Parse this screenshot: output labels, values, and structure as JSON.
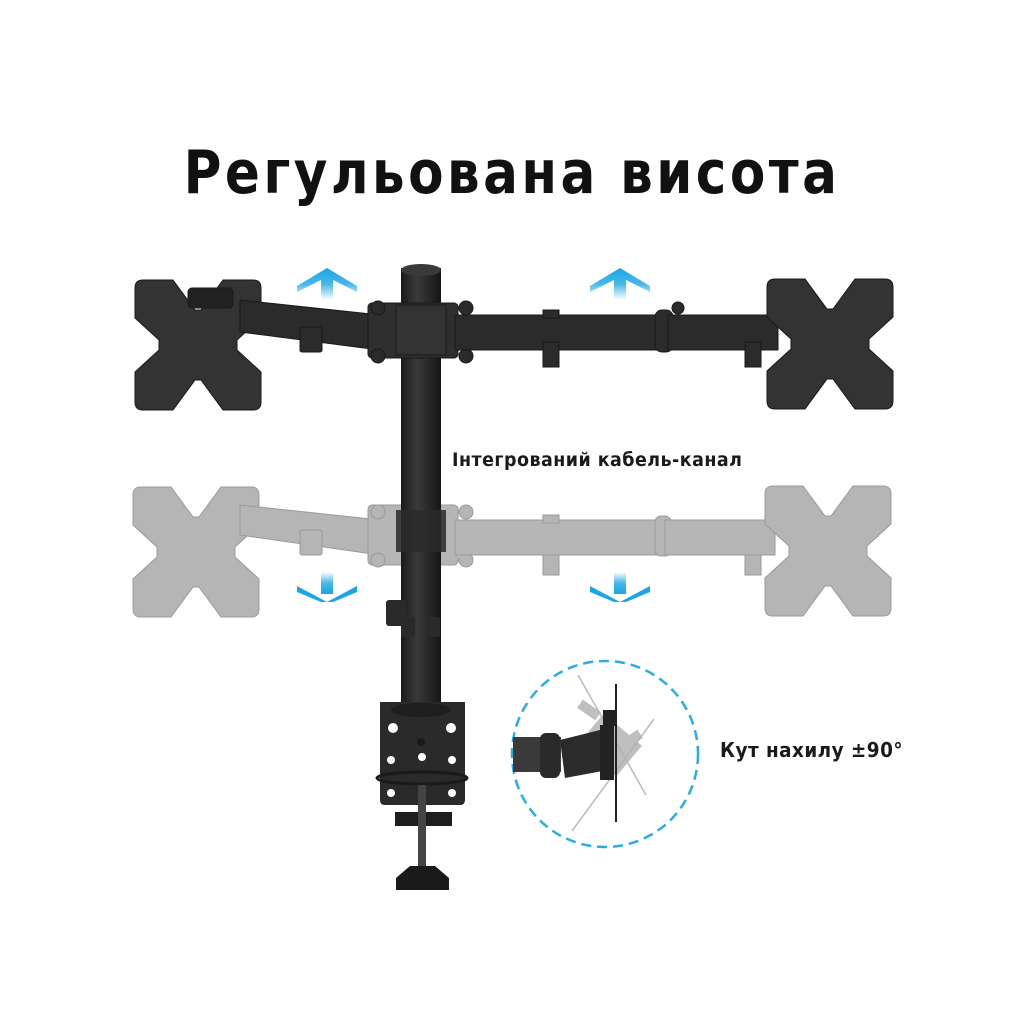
{
  "title": "Регульована висота",
  "labels": {
    "cable_channel": "Інтегрований кабель-канал",
    "tilt_angle": "Кут нахилу ±90°"
  },
  "colors": {
    "arm_dark": "#2b2b2b",
    "arm_ghost": "#b5b5b5",
    "arrow_blue": "#1aa6e4",
    "dashed_circle": "#29aee4",
    "text": "#111111",
    "background": "#ffffff"
  },
  "illustration": {
    "product": "dual-monitor-desk-mount",
    "positions": [
      "raised",
      "lowered"
    ],
    "arrows": {
      "up": 2,
      "down": 2
    }
  }
}
